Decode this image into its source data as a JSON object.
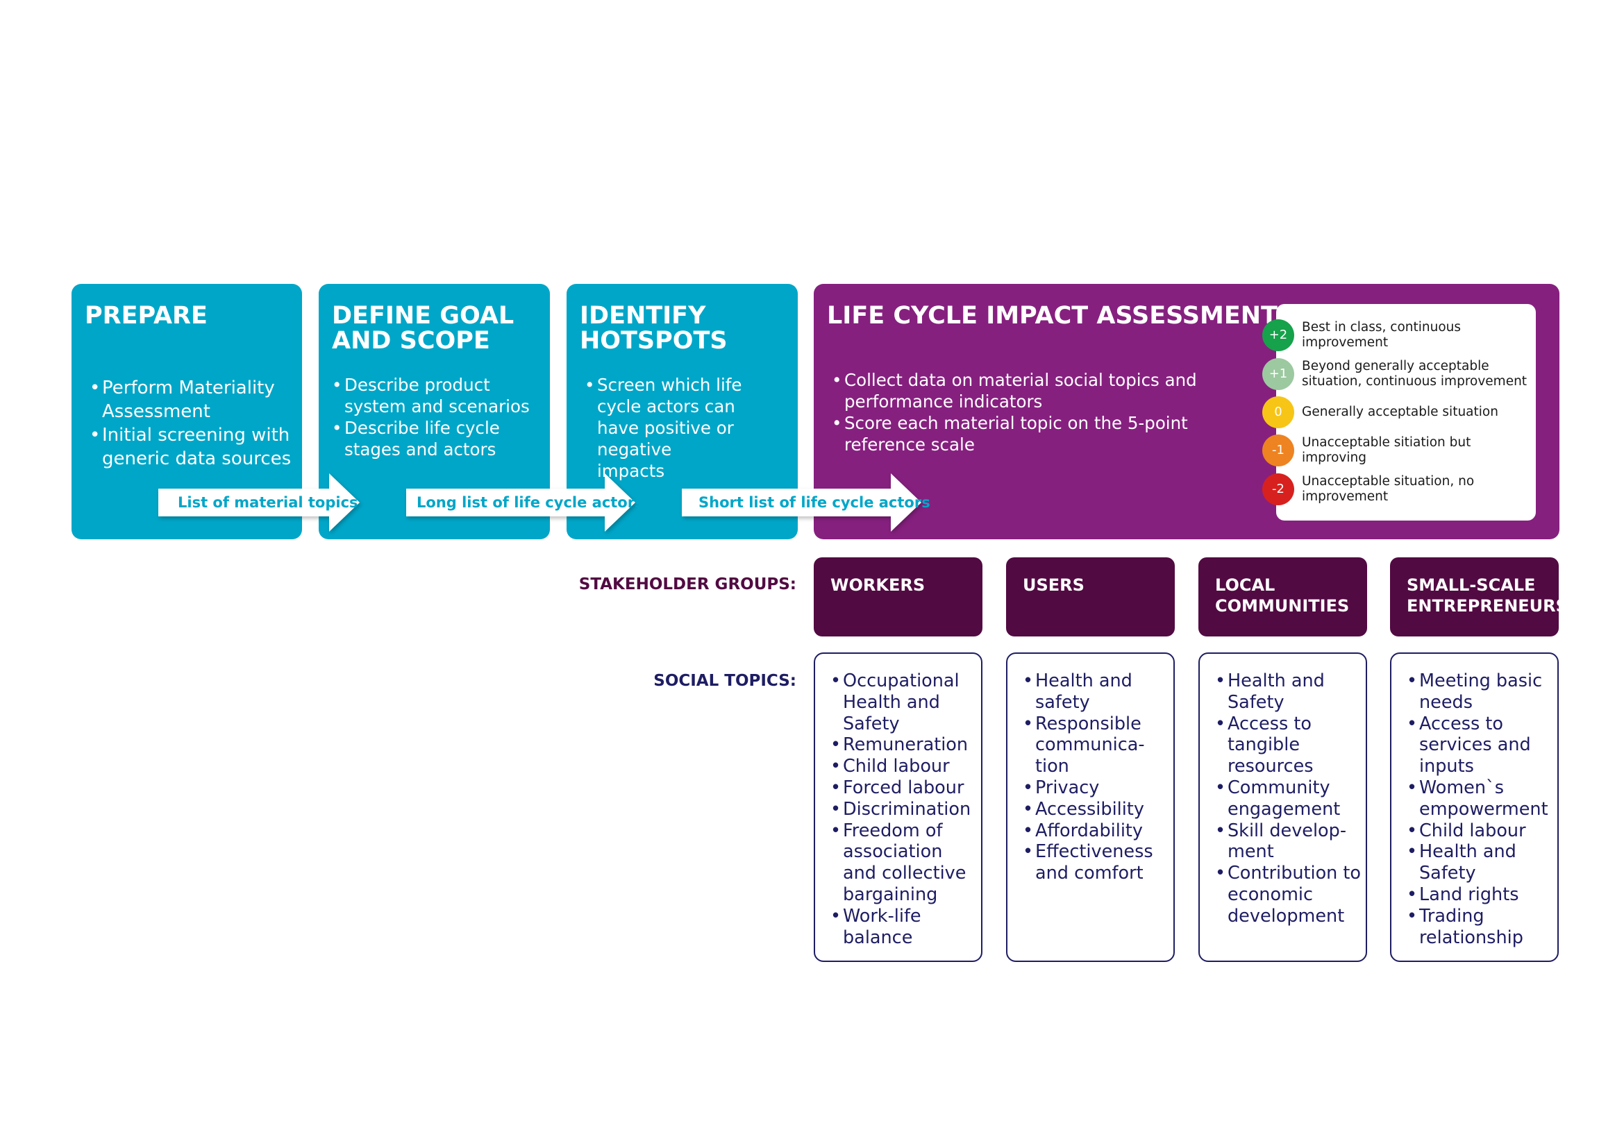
{
  "stages": [
    {
      "title": "PREPARE",
      "bullets": [
        "Perform Materiality Assessment",
        "Initial screening with generic data sources"
      ]
    },
    {
      "title": "DEFINE GOAL\nAND SCOPE",
      "bullets": [
        "Describe product system and scenarios",
        "Describe life cycle stages and actors"
      ]
    },
    {
      "title": "IDENTIFY\nHOTSPOTS",
      "bullets": [
        "Screen which life cycle actors can have positive or negative impacts"
      ]
    },
    {
      "title": "LIFE CYCLE IMPACT ASSESSMENT",
      "bullets": [
        "Collect data on material social topics and performance indicators",
        "Score each material topic on the 5-point reference scale"
      ]
    }
  ],
  "arrows": [
    "List of material topics",
    "Long list of life cycle actors",
    "Short list of life cycle actors"
  ],
  "scale": [
    {
      "score": "+2",
      "label": "Best in class, continuous improvement",
      "color": "#15a24a"
    },
    {
      "score": "+1",
      "label": "Beyond generally acceptable situation, continuous improvement",
      "color": "#9cc9a0"
    },
    {
      "score": "0",
      "label": "Generally acceptable situation",
      "color": "#f7c516"
    },
    {
      "score": "-1",
      "label": "Unacceptable sitiation but improving",
      "color": "#ee8321"
    },
    {
      "score": "-2",
      "label": "Unacceptable situation, no improvement",
      "color": "#d7211e"
    }
  ],
  "labels": {
    "stakeholder_groups": "STAKEHOLDER GROUPS:",
    "social_topics": "SOCIAL TOPICS:"
  },
  "groups": [
    {
      "name": "WORKERS",
      "topics": [
        "Occupational Health and Safety",
        "Remuneration",
        "Child labour",
        "Forced labour",
        "Discrimination",
        "Freedom of association and collective bargaining",
        "Work-life balance"
      ]
    },
    {
      "name": "USERS",
      "topics": [
        "Health and safety",
        "Responsible communica-tion",
        "Privacy",
        "Accessibility",
        "Affordability",
        "Effectiveness and comfort"
      ]
    },
    {
      "name": "LOCAL\nCOMMUNITIES",
      "topics": [
        "Health and Safety",
        "Access to tangible resources",
        "Community engagement",
        "Skill develop-ment",
        "Contribution to economic development"
      ]
    },
    {
      "name": "SMALL-SCALE\nENTREPRENEURS",
      "topics": [
        "Meeting basic needs",
        "Access to services and inputs",
        "Women`s empowerment",
        "Child labour",
        "Health and Safety",
        "Land rights",
        "Trading relationship"
      ]
    }
  ],
  "colors": {
    "cyan": "#00a6c8",
    "purple": "#86207f",
    "dark_purple": "#520a42",
    "navy": "#1e1d63"
  }
}
